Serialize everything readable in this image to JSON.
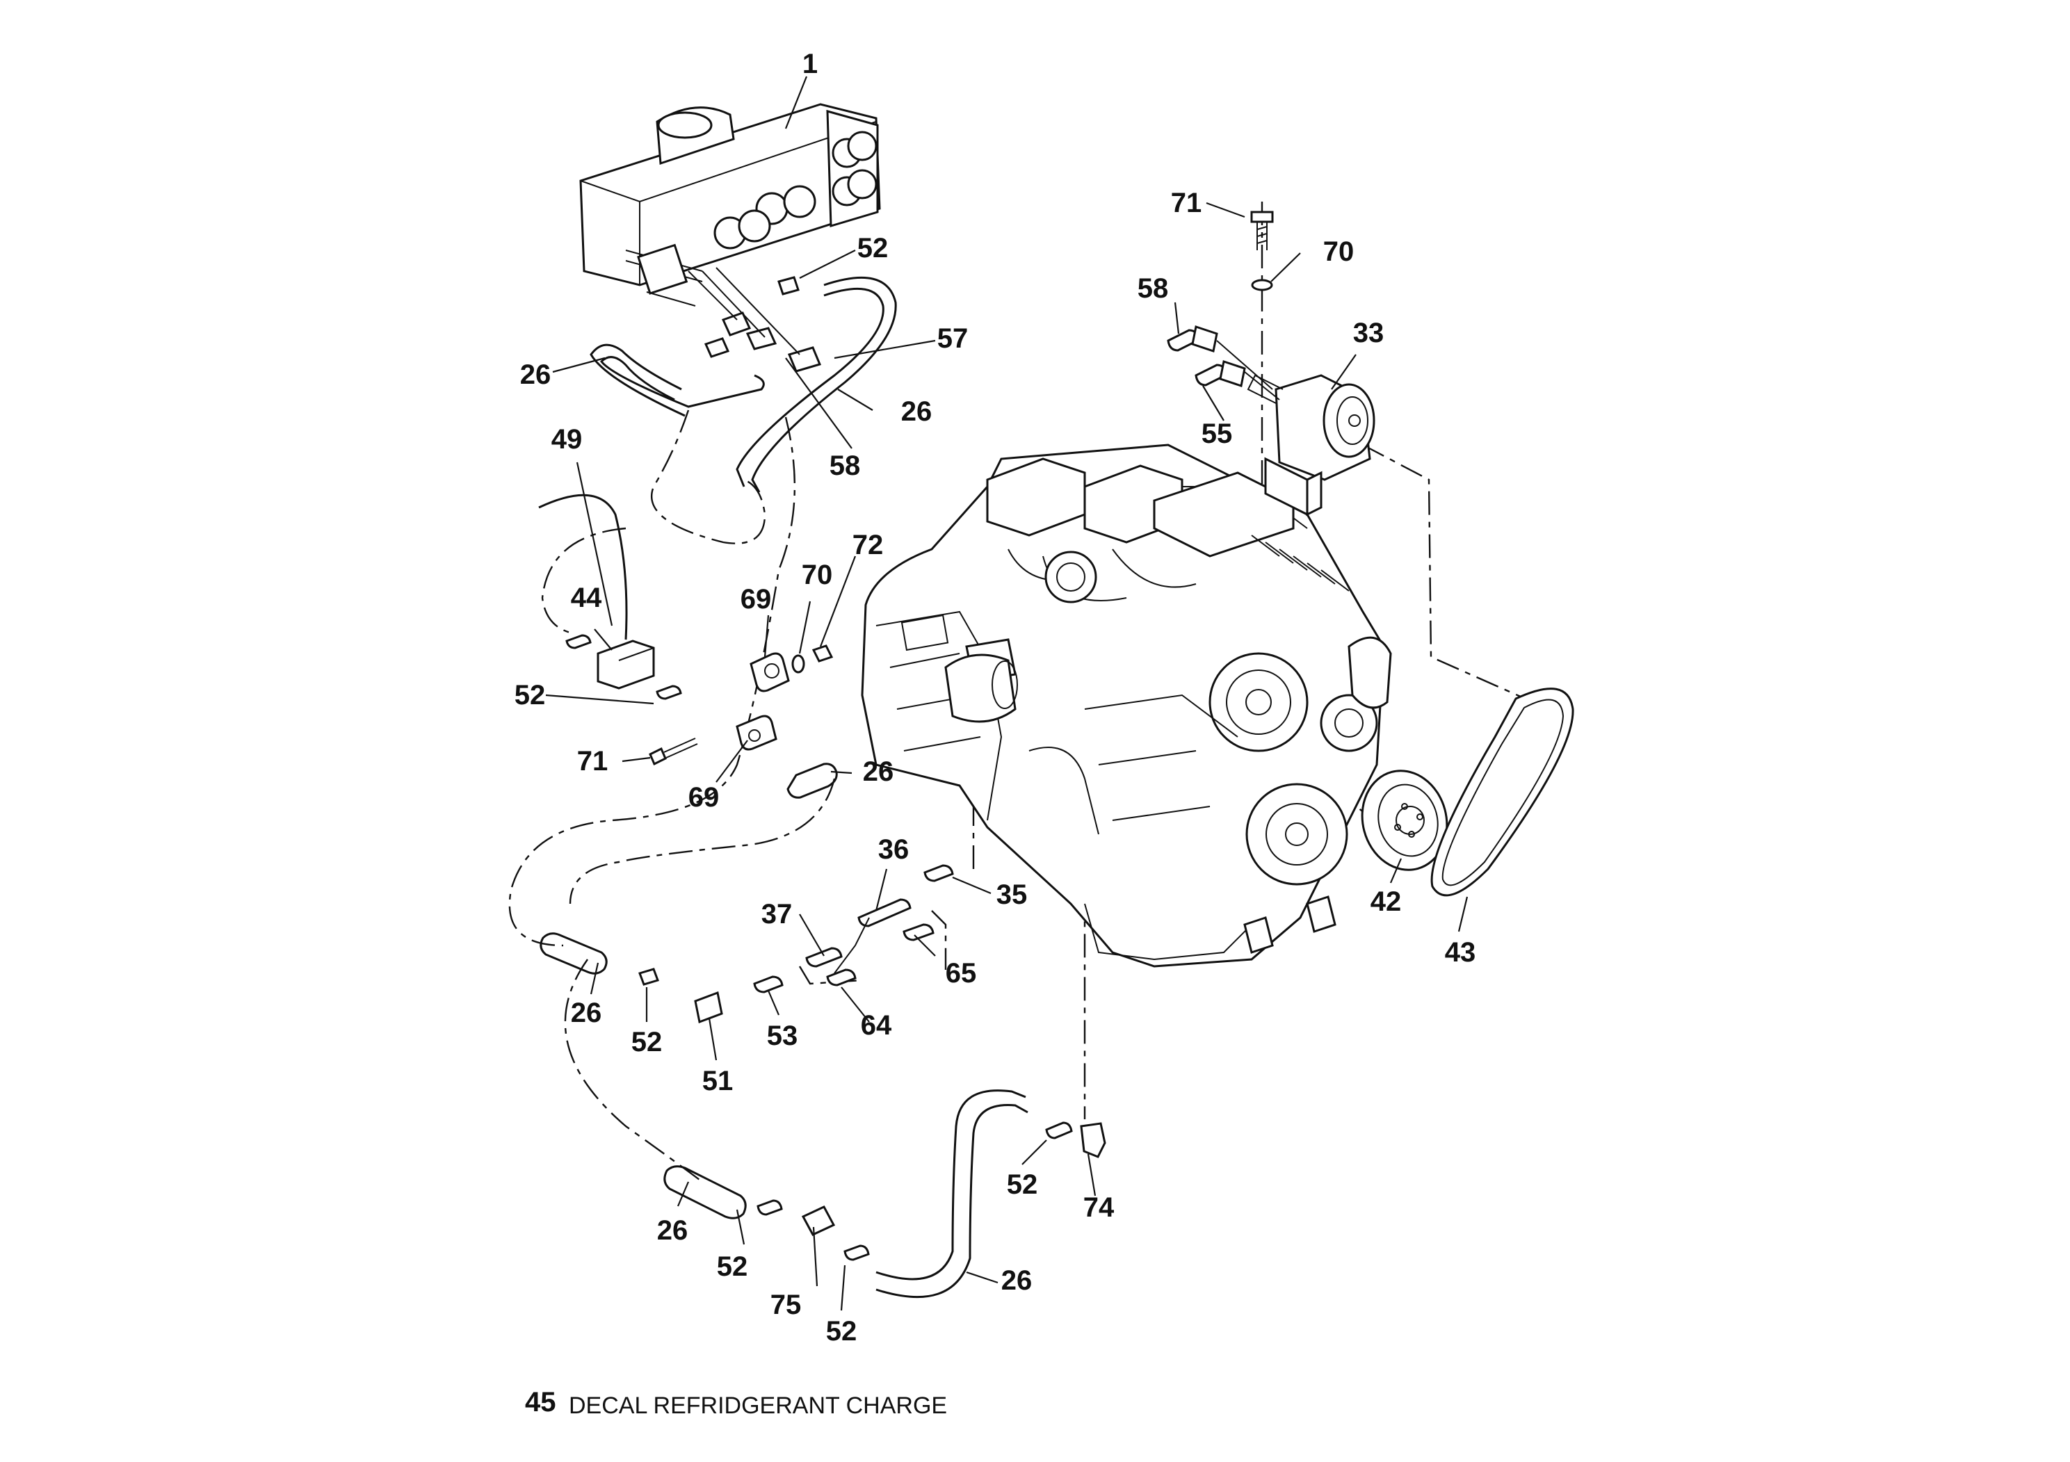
{
  "callouts": [
    {
      "id": "c1",
      "label": "1"
    },
    {
      "id": "c52a",
      "label": "52"
    },
    {
      "id": "c57",
      "label": "57"
    },
    {
      "id": "c26a",
      "label": "26"
    },
    {
      "id": "c26b",
      "label": "26"
    },
    {
      "id": "c58a",
      "label": "58"
    },
    {
      "id": "c49",
      "label": "49"
    },
    {
      "id": "c71a",
      "label": "71"
    },
    {
      "id": "c70a",
      "label": "70"
    },
    {
      "id": "c58b",
      "label": "58"
    },
    {
      "id": "c33",
      "label": "33"
    },
    {
      "id": "c55",
      "label": "55"
    },
    {
      "id": "c44",
      "label": "44"
    },
    {
      "id": "c69a",
      "label": "69"
    },
    {
      "id": "c70b",
      "label": "70"
    },
    {
      "id": "c72",
      "label": "72"
    },
    {
      "id": "c52b",
      "label": "52"
    },
    {
      "id": "c71b",
      "label": "71"
    },
    {
      "id": "c69b",
      "label": "69"
    },
    {
      "id": "c26c",
      "label": "26"
    },
    {
      "id": "c36",
      "label": "36"
    },
    {
      "id": "c35",
      "label": "35"
    },
    {
      "id": "c37",
      "label": "37"
    },
    {
      "id": "c65",
      "label": "65"
    },
    {
      "id": "c42",
      "label": "42"
    },
    {
      "id": "c43",
      "label": "43"
    },
    {
      "id": "c26d",
      "label": "26"
    },
    {
      "id": "c52c",
      "label": "52"
    },
    {
      "id": "c53",
      "label": "53"
    },
    {
      "id": "c64",
      "label": "64"
    },
    {
      "id": "c51",
      "label": "51"
    },
    {
      "id": "c52d",
      "label": "52"
    },
    {
      "id": "c74",
      "label": "74"
    },
    {
      "id": "c26e",
      "label": "26"
    },
    {
      "id": "c52e",
      "label": "52"
    },
    {
      "id": "c75",
      "label": "75"
    },
    {
      "id": "c52f",
      "label": "52"
    },
    {
      "id": "c26f",
      "label": "26"
    }
  ],
  "footer": {
    "number": "45",
    "text": "DECAL REFRIDGERANT CHARGE"
  }
}
